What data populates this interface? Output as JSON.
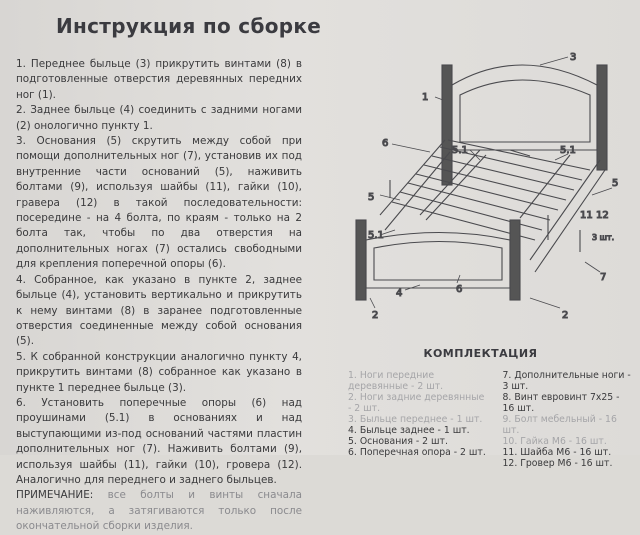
{
  "title": "Инструкция по сборке",
  "instructions": [
    "1. Переднее быльце (3) прикрутить винтами (8) в подготовленные отверстия деревянных передних ног (1).",
    "2. Заднее быльце (4) соединить с задними ногами (2) онологично пункту 1.",
    "3. Основания (5) скрутить между собой при помощи дополнительных ног (7), установив их под внутренние части оснований (5), наживить болтами (9), используя шайбы (11), гайки (10), гравера (12) в такой последовательности: посередине - на 4 болта, по краям - только на 2 болта так, чтобы по два отверстия на дополнительных ногах (7) остались свободными для крепления поперечной опоры (6).",
    "4. Собранное, как указано в пункте 2, заднее быльце (4), установить вертикально и прикрутить к нему винтами (8) в заранее подготовленные отверстия соединенные между собой основания (5).",
    "5. К собранной конструкции аналогично пункту 4, прикрутить винтами (8) собранное как указано в пункте 1 переднее быльце (3).",
    "6. Установить поперечные опоры (6) над проушинами (5.1) в основаниях и над выступающими из-под оснований частями пластин дополнительных ног (7). Наживить болтами (9), используя шайбы (11), гайки (10), гровера (12). Аналогично для переднего и заднего быльцев."
  ],
  "note": {
    "label": "ПРИМЕЧАНИЕ:",
    "text": "все болты и винты сначала наживляются, а затягиваются только после окончательной сборки изделия."
  },
  "diagram_labels": {
    "l3": "3",
    "l1": "1",
    "l6a": "6",
    "l51a": "5.1",
    "l51b": "5.1",
    "l5a": "5",
    "l5b": "5",
    "l51c": "5.1",
    "l11": "11",
    "l12": "12",
    "l3sht": "3 шт.",
    "l7": "7",
    "l6b": "6",
    "l4": "4",
    "l2a": "2",
    "l2b": "2"
  },
  "kit": {
    "title": "КОМПЛЕКТАЦИЯ",
    "left": [
      "1. Ноги передние деревянные - 2 шт.",
      "2. Ноги задние деревянные - 2 шт.",
      "3. Быльце переднее - 1 шт.",
      "4. Быльце заднее - 1 шт.",
      "5. Основания - 2 шт.",
      "6. Поперечная опора - 2 шт."
    ],
    "right": [
      "7. Дополнительные ноги - 3 шт.",
      "8. Винт евровинт 7х25 - 16 шт.",
      "9. Болт мебельный - 16 шт.",
      "10. Гайка М6 - 16 шт.",
      "11. Шайба М6 - 16 шт.",
      "12. Гровер М6 - 16 шт."
    ]
  }
}
